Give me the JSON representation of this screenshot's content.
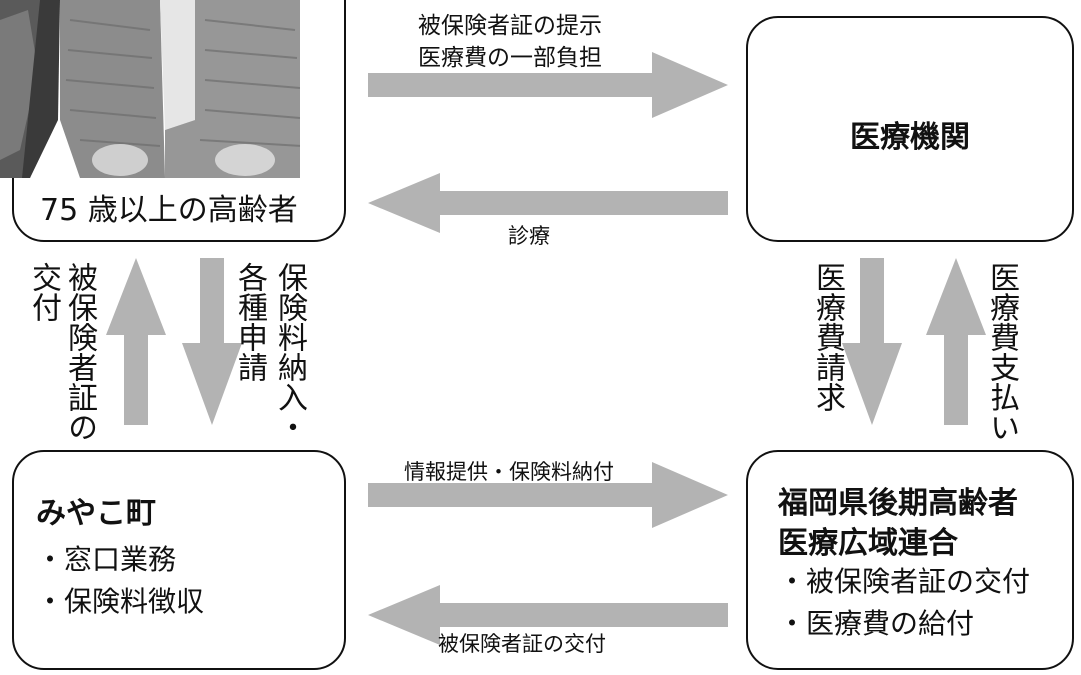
{
  "colors": {
    "arrow": "#b3b3b3",
    "border": "#111111",
    "text": "#111111"
  },
  "elderly": {
    "label": "75 歳以上の高齢者"
  },
  "medical": {
    "title": "医療機関"
  },
  "town": {
    "title": "みやこ町",
    "items": [
      "・窓口業務",
      "・保険料徴収"
    ]
  },
  "union": {
    "title_line1": "福岡県後期高齢者",
    "title_line2": "医療広域連合",
    "items": [
      "・被保険者証の交付",
      "・医療費の給付"
    ]
  },
  "arrows": {
    "to_medical_line1": "被保険者証の提示",
    "to_medical_line2": "医療費の一部負担",
    "to_elderly_from_medical": "診療",
    "town_to_union": "情報提供・保険料納付",
    "union_to_town": "被保険者証の交付",
    "town_to_elderly_a": "被保険者証の",
    "town_to_elderly_b": "交付",
    "elderly_to_town_a": "保険料納入・",
    "elderly_to_town_b": "各種申請",
    "medical_to_union": "医療費請求",
    "union_to_medical": "医療費支払い"
  }
}
